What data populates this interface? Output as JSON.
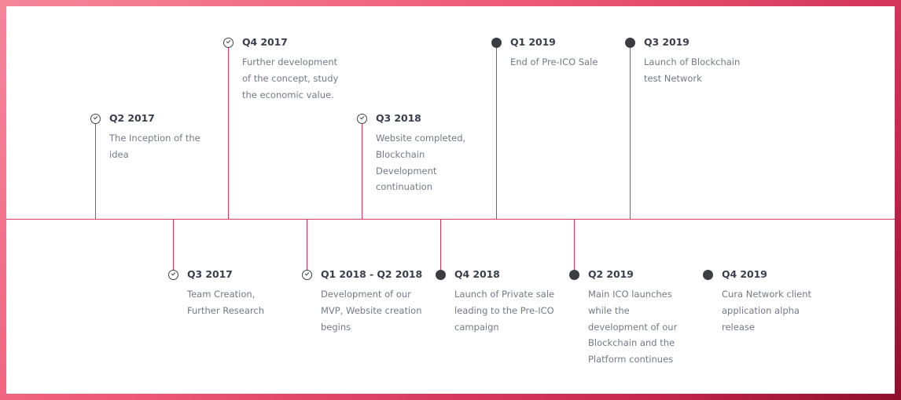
{
  "colors": {
    "axis_line": "#d83a61",
    "frame_start": "#f4879b",
    "frame_end": "#8d0f2c",
    "marker_dark": "#3b3d42",
    "period_text": "#3a3f4e",
    "desc_text": "#737987"
  },
  "milestones": [
    {
      "period": "Q2 2017",
      "lines": [
        "The Inception of the",
        "idea"
      ],
      "marker": "check-icon",
      "side": "above"
    },
    {
      "period": "Q3 2017",
      "lines": [
        "Team Creation,",
        "Further Research"
      ],
      "marker": "check-icon",
      "side": "below"
    },
    {
      "period": "Q4 2017",
      "lines": [
        "Further development",
        "of the concept, study",
        "the economic value."
      ],
      "marker": "check-icon",
      "side": "above"
    },
    {
      "period": "Q1 2018 - Q2 2018",
      "lines": [
        "Development of our",
        "MVP, Website creation",
        "begins"
      ],
      "marker": "check-icon",
      "side": "below"
    },
    {
      "period": "Q3 2018",
      "lines": [
        "Website completed,",
        "Blockchain",
        "Development",
        "continuation"
      ],
      "marker": "check-icon",
      "side": "above"
    },
    {
      "period": "Q4 2018",
      "lines": [
        "Launch of Private sale",
        "leading to the Pre-ICO",
        "campaign"
      ],
      "marker": "dot-icon",
      "side": "below"
    },
    {
      "period": "Q1 2019",
      "lines": [
        "End of Pre-ICO Sale"
      ],
      "marker": "dot-icon",
      "side": "above"
    },
    {
      "period": "Q2 2019",
      "lines": [
        "Main ICO launches",
        "while the",
        "development of our",
        "Blockchain and the",
        "Platform continues"
      ],
      "marker": "dot-icon",
      "side": "below"
    },
    {
      "period": "Q3 2019",
      "lines": [
        "Launch of Blockchain",
        "test Network"
      ],
      "marker": "dot-icon",
      "side": "above"
    },
    {
      "period": "Q4 2019",
      "lines": [
        "Cura Network client",
        "application alpha",
        "release"
      ],
      "marker": "dot-icon",
      "side": "below"
    }
  ]
}
